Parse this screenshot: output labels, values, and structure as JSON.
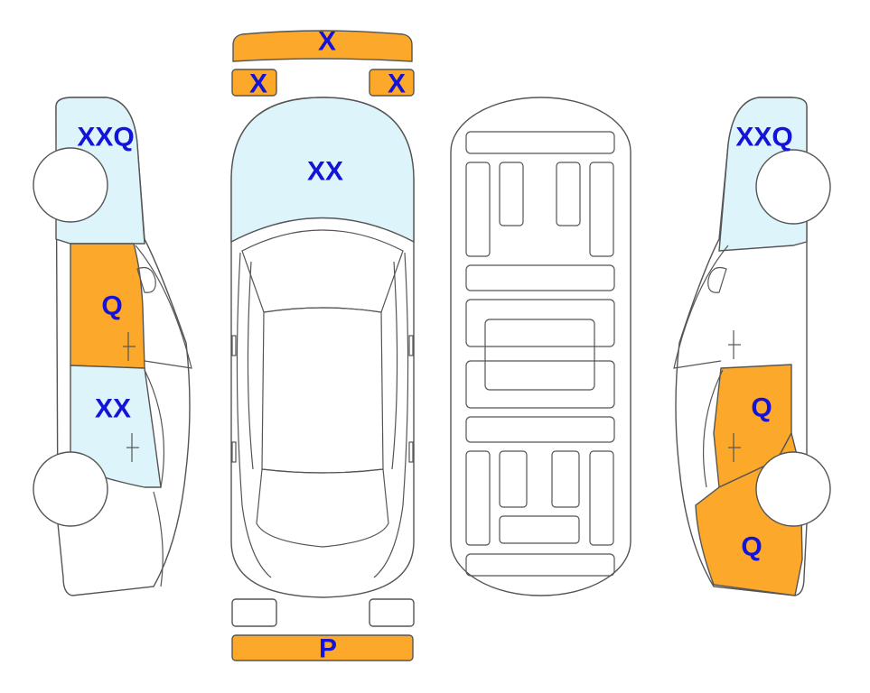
{
  "colors": {
    "damage": "#FBA82B",
    "attention": "#DDF4FB",
    "label": "#1414D8",
    "outline": "#555555"
  },
  "panels": {
    "front_bumper": {
      "code": "X",
      "status": "damage"
    },
    "front_left_light": {
      "code": "X",
      "status": "damage"
    },
    "front_right_light": {
      "code": "X",
      "status": "damage"
    },
    "hood": {
      "code": "XX",
      "status": "attention"
    },
    "rear_bumper": {
      "code": "P",
      "status": "damage"
    },
    "left_front_fender": {
      "code": "XXQ",
      "status": "attention"
    },
    "left_front_door": {
      "code": "Q",
      "status": "damage"
    },
    "left_rear_door": {
      "code": "XX",
      "status": "attention"
    },
    "right_front_fender": {
      "code": "XXQ",
      "status": "attention"
    },
    "right_rear_door": {
      "code": "Q",
      "status": "damage"
    },
    "right_rear_fender": {
      "code": "Q",
      "status": "damage"
    }
  }
}
